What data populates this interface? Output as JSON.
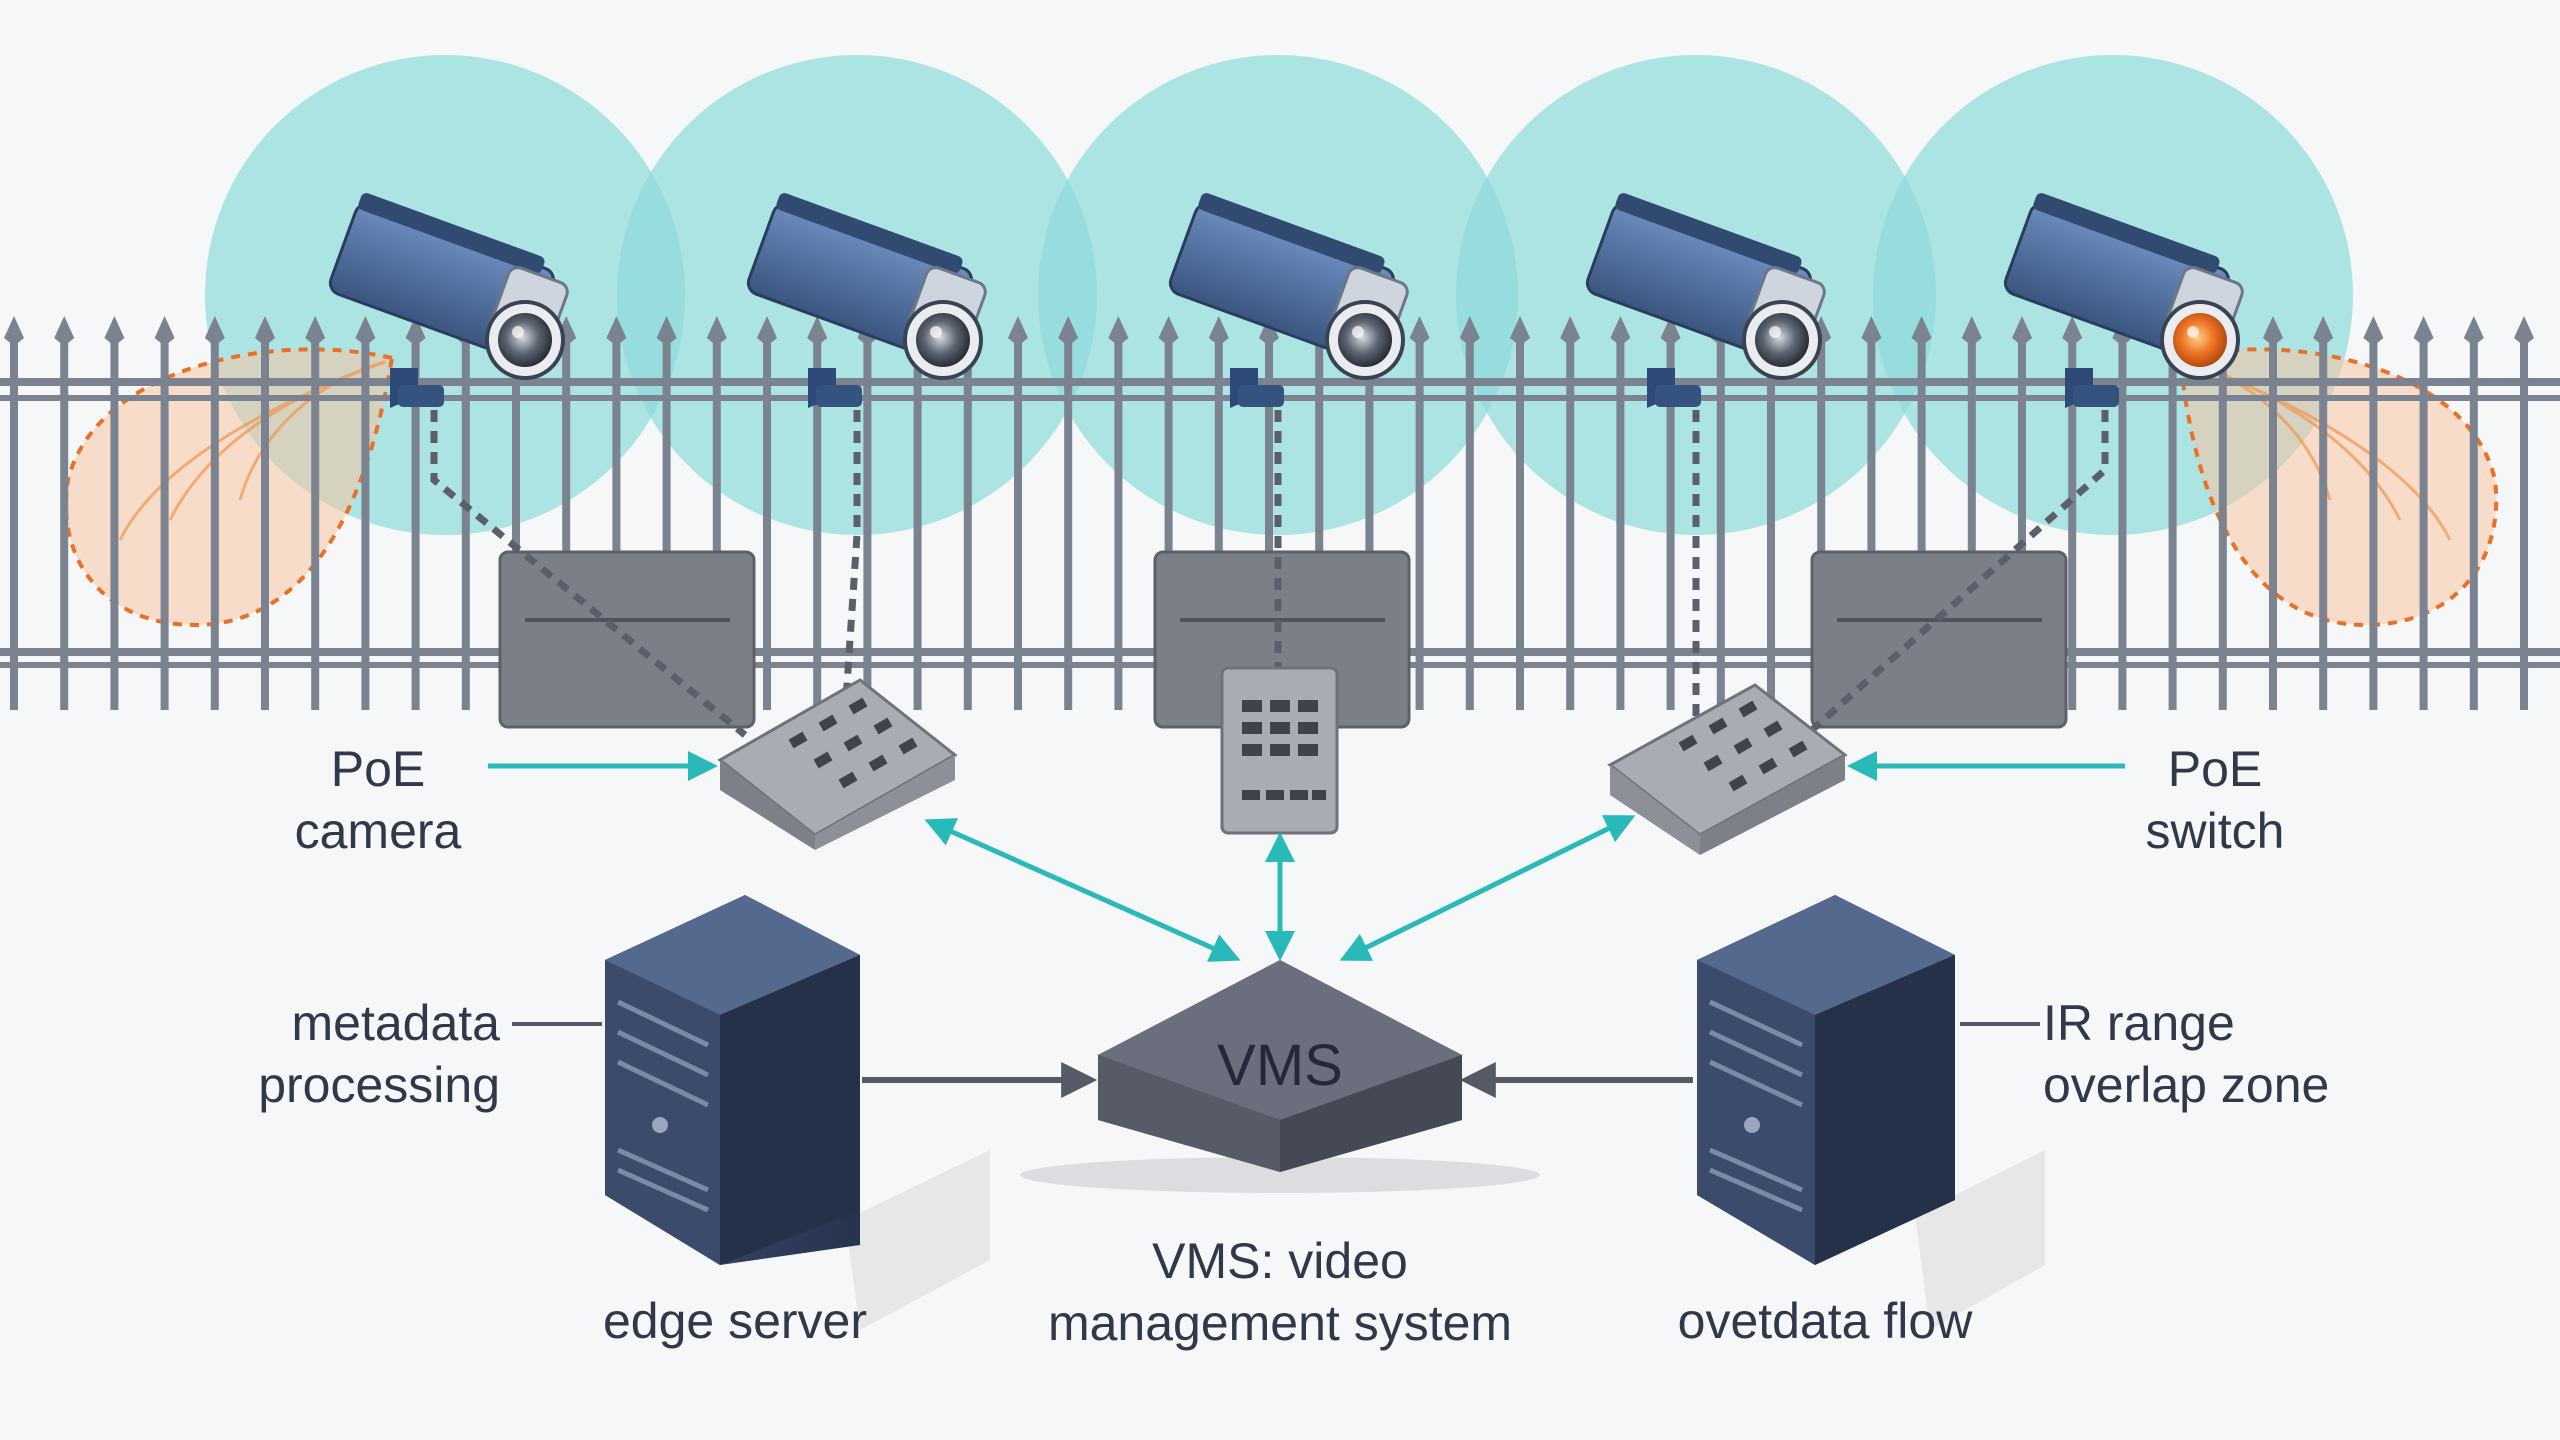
{
  "colors": {
    "coverage": "#8fdbdb",
    "ir_zone": "#f0954e",
    "fence": "#7b8290",
    "camera_body": "#4a6a98",
    "camera_lens_active": "#e8661c",
    "switch_body": "#8d9099",
    "server_body": "#2f3d5c",
    "vms_body": "#5d6170",
    "link_arrow": "#2ab9b9",
    "flow_arrow": "#555a66",
    "data_line": "#5a5f6b"
  },
  "hub": {
    "label": "VMS"
  },
  "labels": {
    "poe_camera": [
      "PoE",
      "camera"
    ],
    "poe_switch": [
      "PoE",
      "switch"
    ],
    "metadata_processing": [
      "metadata",
      "processing"
    ],
    "ir_range_overlap": [
      "IR range",
      "overlap zone"
    ],
    "edge_server": "edge server",
    "vms_description": [
      "VMS: video",
      "management system"
    ],
    "data_flow": "ovetdata flow"
  },
  "cameras": [
    {
      "name": "camera-1",
      "ir_active": false
    },
    {
      "name": "camera-2",
      "ir_active": false
    },
    {
      "name": "camera-3",
      "ir_active": false
    },
    {
      "name": "camera-4",
      "ir_active": false
    },
    {
      "name": "camera-5",
      "ir_active": true
    }
  ]
}
